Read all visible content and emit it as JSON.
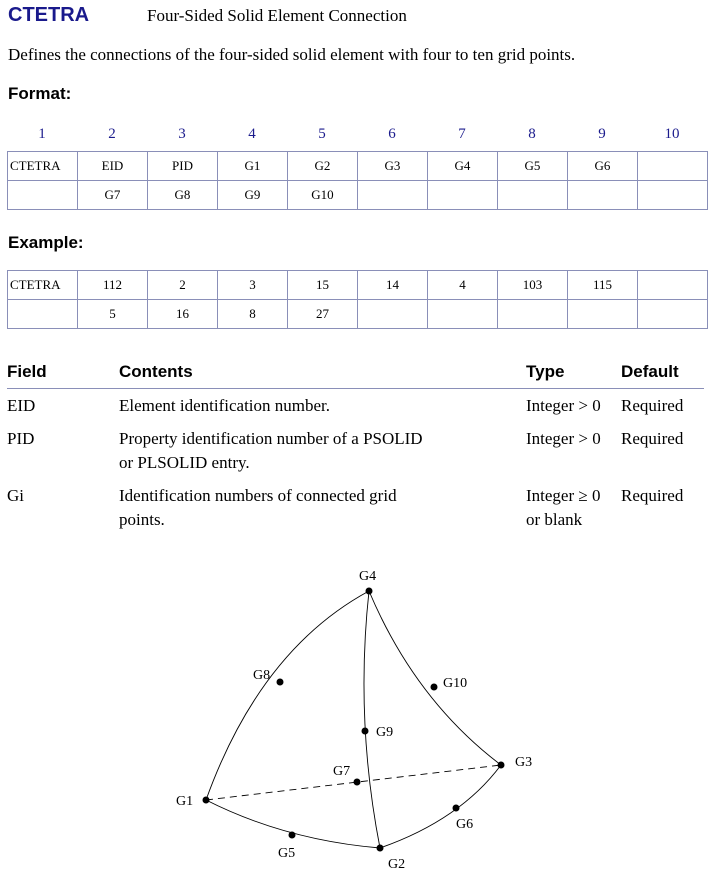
{
  "header": {
    "name": "CTETRA",
    "title": "Four-Sided Solid Element Connection"
  },
  "description": "Defines the connections of the four-sided solid element with four to ten grid points.",
  "format": {
    "label": "Format:",
    "column_numbers": [
      "1",
      "2",
      "3",
      "4",
      "5",
      "6",
      "7",
      "8",
      "9",
      "10"
    ],
    "rows": [
      [
        "CTETRA",
        "EID",
        "PID",
        "G1",
        "G2",
        "G3",
        "G4",
        "G5",
        "G6",
        ""
      ],
      [
        "",
        "G7",
        "G8",
        "G9",
        "G10",
        "",
        "",
        "",
        "",
        ""
      ]
    ]
  },
  "example": {
    "label": "Example:",
    "rows": [
      [
        "CTETRA",
        "112",
        "2",
        "3",
        "15",
        "14",
        "4",
        "103",
        "115",
        ""
      ],
      [
        "",
        "5",
        "16",
        "8",
        "27",
        "",
        "",
        "",
        "",
        ""
      ]
    ]
  },
  "fields": {
    "headers": {
      "field": "Field",
      "contents": "Contents",
      "type": "Type",
      "default": "Default"
    },
    "rows": [
      {
        "field": "EID",
        "contents_l1": "Element identification number.",
        "contents_l2": "",
        "type_l1": "Integer > 0",
        "type_l2": "",
        "default": "Required"
      },
      {
        "field": "PID",
        "contents_l1": "Property identification number of a PSOLID",
        "contents_l2": "or PLSOLID entry.",
        "type_l1": "Integer > 0",
        "type_l2": "",
        "default": "Required"
      },
      {
        "field": "Gi",
        "contents_l1": "Identification numbers of connected grid",
        "contents_l2": "points.",
        "type_l1": "Integer ≥ 0",
        "type_l2": "or blank",
        "default": "Required"
      }
    ]
  },
  "diagram": {
    "labels": {
      "G1": "G1",
      "G2": "G2",
      "G3": "G3",
      "G4": "G4",
      "G5": "G5",
      "G6": "G6",
      "G7": "G7",
      "G8": "G8",
      "G9": "G9",
      "G10": "G10"
    }
  }
}
